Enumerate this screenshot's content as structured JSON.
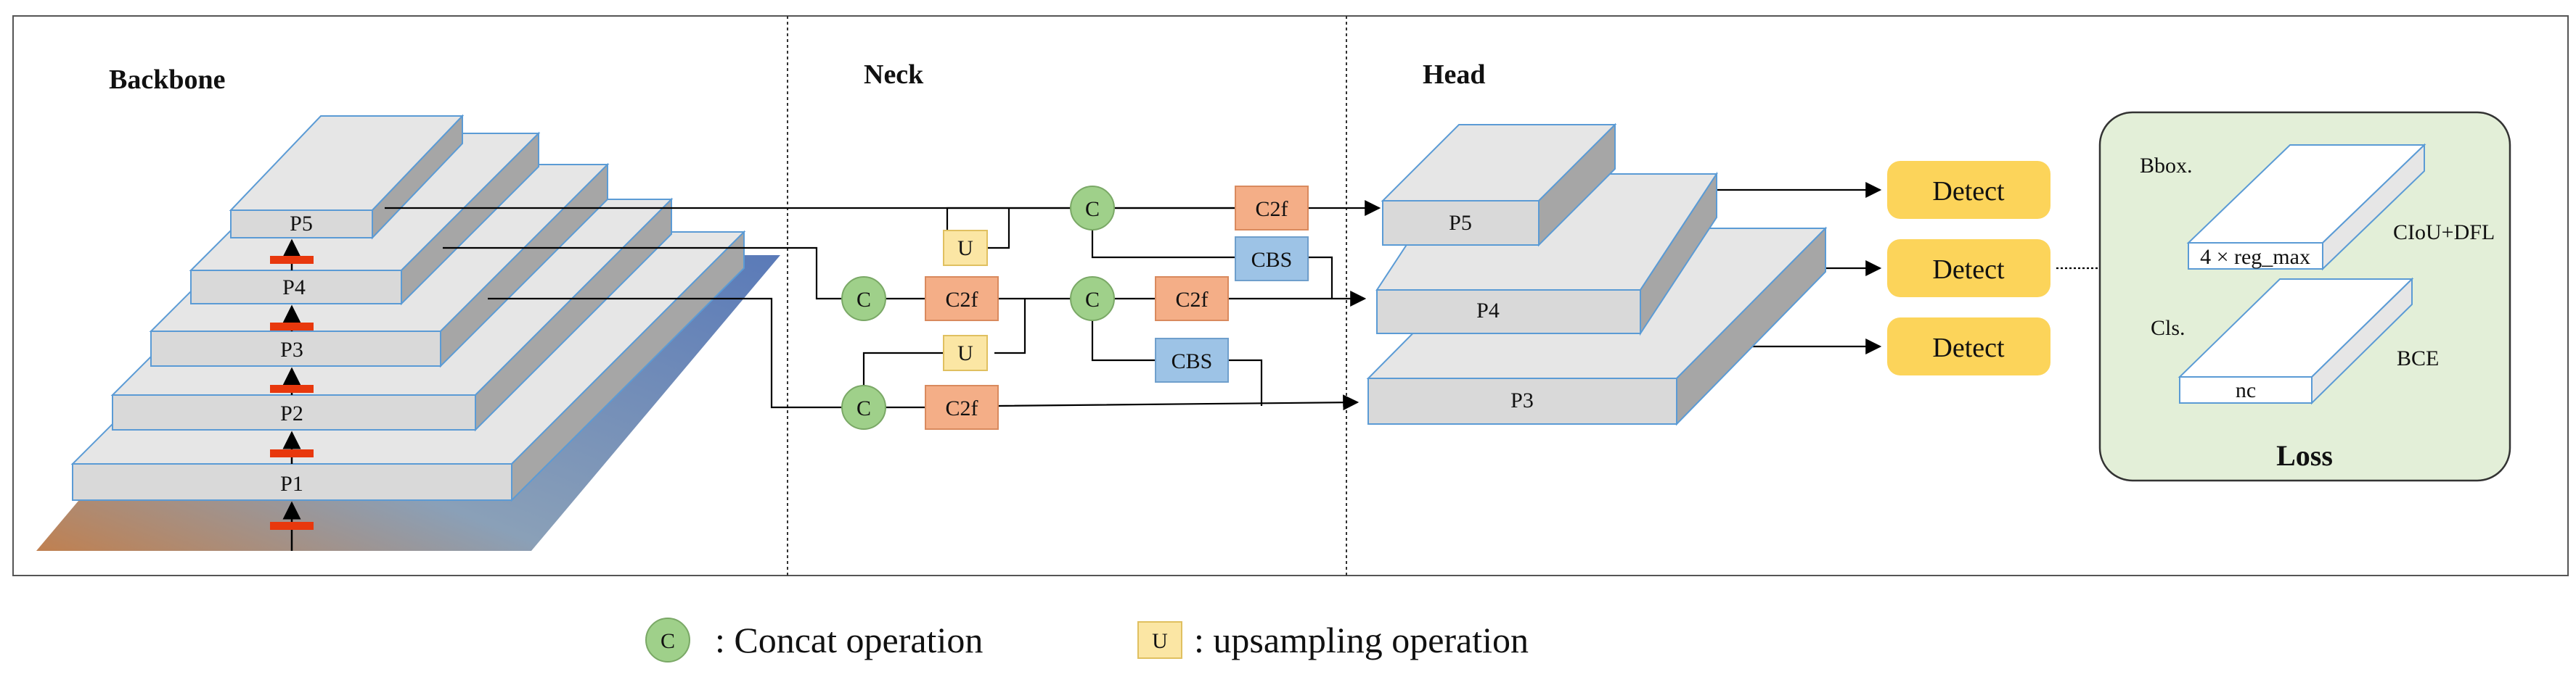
{
  "sections": {
    "backbone": "Backbone",
    "neck": "Neck",
    "head": "Head",
    "loss": "Loss"
  },
  "backbone": {
    "levels": [
      "P1",
      "P2",
      "P3",
      "P4",
      "P5"
    ]
  },
  "neck": {
    "concat_symbol": "C",
    "upsample_symbol": "U",
    "c2f": "C2f",
    "cbs": "CBS"
  },
  "head": {
    "levels": [
      "P5",
      "P4",
      "P3"
    ],
    "detect": "Detect"
  },
  "loss": {
    "bbox_label": "Bbox.",
    "bbox_dim": "4 × reg_max",
    "bbox_loss": "CIoU+DFL",
    "cls_label": "Cls.",
    "cls_dim": "nc",
    "cls_loss": "BCE"
  },
  "legend": {
    "concat_symbol": "C",
    "concat_text": ": Concat operation",
    "upsample_symbol": "U",
    "upsample_text": ": upsampling operation"
  },
  "colors": {
    "concat": "#9fd08a",
    "upsample": "#fbe6a4",
    "c2f": "#f4ae87",
    "cbs": "#9dc3e6",
    "detect": "#fcd45a",
    "loss_bg": "#e3efd8",
    "slab_front": "#d9d9d9",
    "slab_top": "#e6e6e6",
    "slab_side": "#a6a6a6"
  }
}
